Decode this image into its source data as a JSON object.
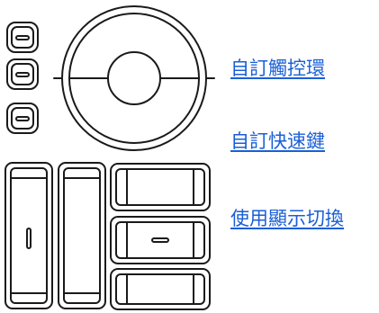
{
  "links": {
    "customize_ring": "自訂觸控環",
    "customize_shortcuts": "自訂快速鍵",
    "use_display_toggle": "使用顯示切換"
  },
  "colors": {
    "link": "#1a5fd6",
    "outline": "#1a1a1a",
    "background": "#ffffff"
  }
}
